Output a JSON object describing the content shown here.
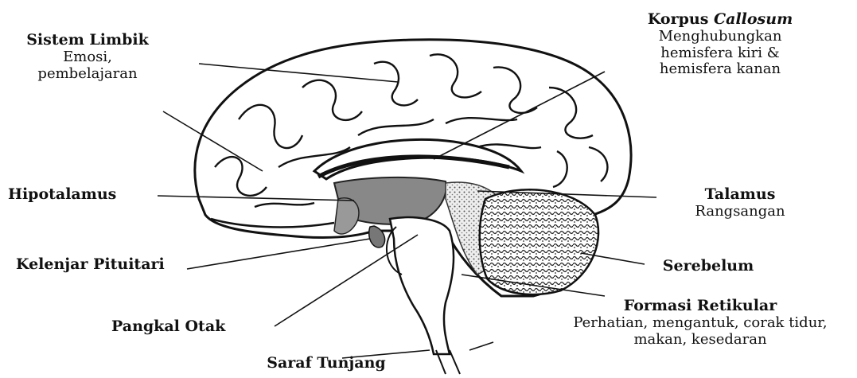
{
  "labels": {
    "sistem_limbik": {
      "title": "Sistem Limbik",
      "desc1": "Emosi,",
      "desc2": "pembelajaran"
    },
    "hipotalamus": {
      "title": "Hipotalamus"
    },
    "kelenjar_pituitari": {
      "title": "Kelenjar Pituitari"
    },
    "pangkal_otak": {
      "title": "Pangkal Otak"
    },
    "saraf_tunjang": {
      "title": "Saraf Tunjang"
    },
    "korpus_callosum": {
      "title_a": "Korpus ",
      "title_b": "Callosum",
      "desc1": "Menghubungkan",
      "desc2": "hemisfera kiri &",
      "desc3": "hemisfera kanan"
    },
    "talamus": {
      "title": "Talamus",
      "desc1": "Rangsangan"
    },
    "serebelum": {
      "title": "Serebelum"
    },
    "formasi_retikular": {
      "title": "Formasi Retikular",
      "desc1": "Perhatian, mengantuk, corak tidur,",
      "desc2": "makan, kesedaran"
    }
  },
  "colors": {
    "line": "#111111",
    "shade": "#8a8a8a",
    "paper": "#ffffff"
  }
}
